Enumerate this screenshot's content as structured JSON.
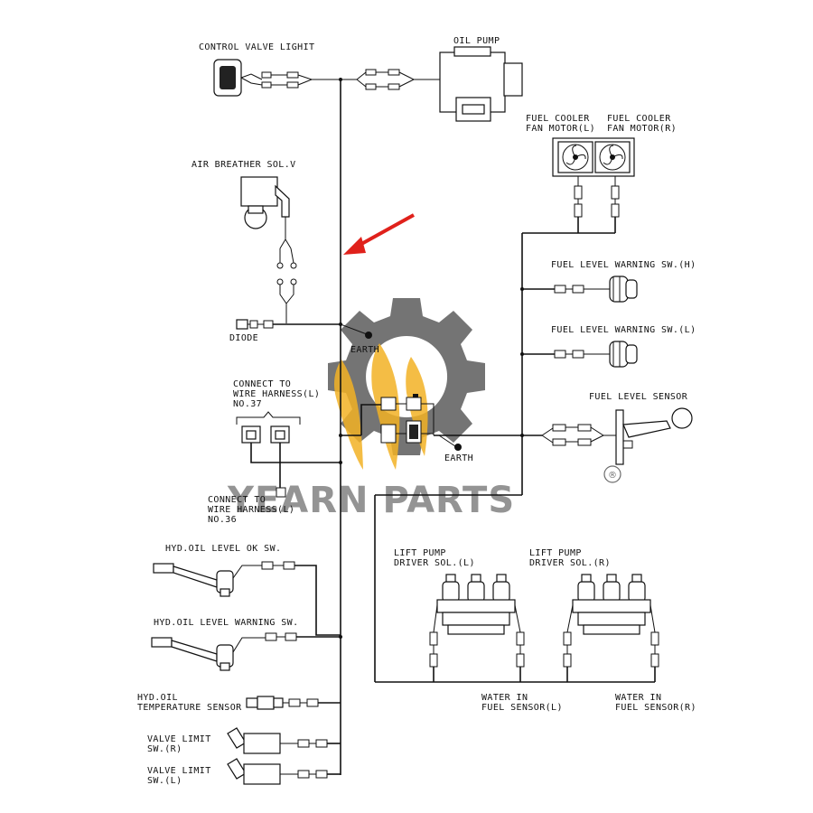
{
  "labels": {
    "control_valve_light": "CONTROL VALVE LIGHIT",
    "oil_pump": "OIL PUMP",
    "fuel_cooler_l_1": "FUEL COOLER",
    "fuel_cooler_l_2": "FAN MOTOR(L)",
    "fuel_cooler_r_1": "FUEL COOLER",
    "fuel_cooler_r_2": "FAN MOTOR(R)",
    "air_breather": "AIR BREATHER SOL.V",
    "fuel_level_warning_h": "FUEL LEVEL WARNING SW.(H)",
    "fuel_level_warning_l": "FUEL LEVEL WARNING SW.(L)",
    "diode": "DIODE",
    "earth_1": "EARTH",
    "earth_2": "EARTH",
    "connect_to_l_1": "CONNECT TO",
    "connect_to_l_2": "WIRE HARNESS(L)",
    "connect_to_l_3": "NO.37",
    "fuel_level_sensor": "FUEL LEVEL SENSOR",
    "connect_to_36_1": "CONNECT TO",
    "connect_to_36_2": "WIRE HARNESS(L)",
    "connect_to_36_3": "NO.36",
    "hyd_oil_level_ok": "HYD.OIL LEVEL OK SW.",
    "lift_pump_l_1": "LIFT PUMP",
    "lift_pump_l_2": "DRIVER SOL.(L)",
    "lift_pump_r_1": "LIFT PUMP",
    "lift_pump_r_2": "DRIVER SOL.(R)",
    "hyd_oil_level_warning": "HYD.OIL LEVEL WARNING SW.",
    "hyd_oil_temp_1": "HYD.OIL",
    "hyd_oil_temp_2": "TEMPERATURE SENSOR",
    "water_in_fuel_l_1": "WATER IN",
    "water_in_fuel_l_2": "FUEL SENSOR(L)",
    "water_in_fuel_r_1": "WATER IN",
    "water_in_fuel_r_2": "FUEL SENSOR(R)",
    "valve_limit_r_1": "VALVE LIMIT",
    "valve_limit_r_2": "SW.(R)",
    "valve_limit_l_1": "VALVE LIMIT",
    "valve_limit_l_2": "SW.(L)"
  },
  "watermark": {
    "brand": "YEARN PARTS",
    "registered_mark": "®"
  },
  "colors": {
    "line": "#111111",
    "arrow": "#e0211b",
    "gear": "#555555",
    "flame": "#f2b124"
  }
}
